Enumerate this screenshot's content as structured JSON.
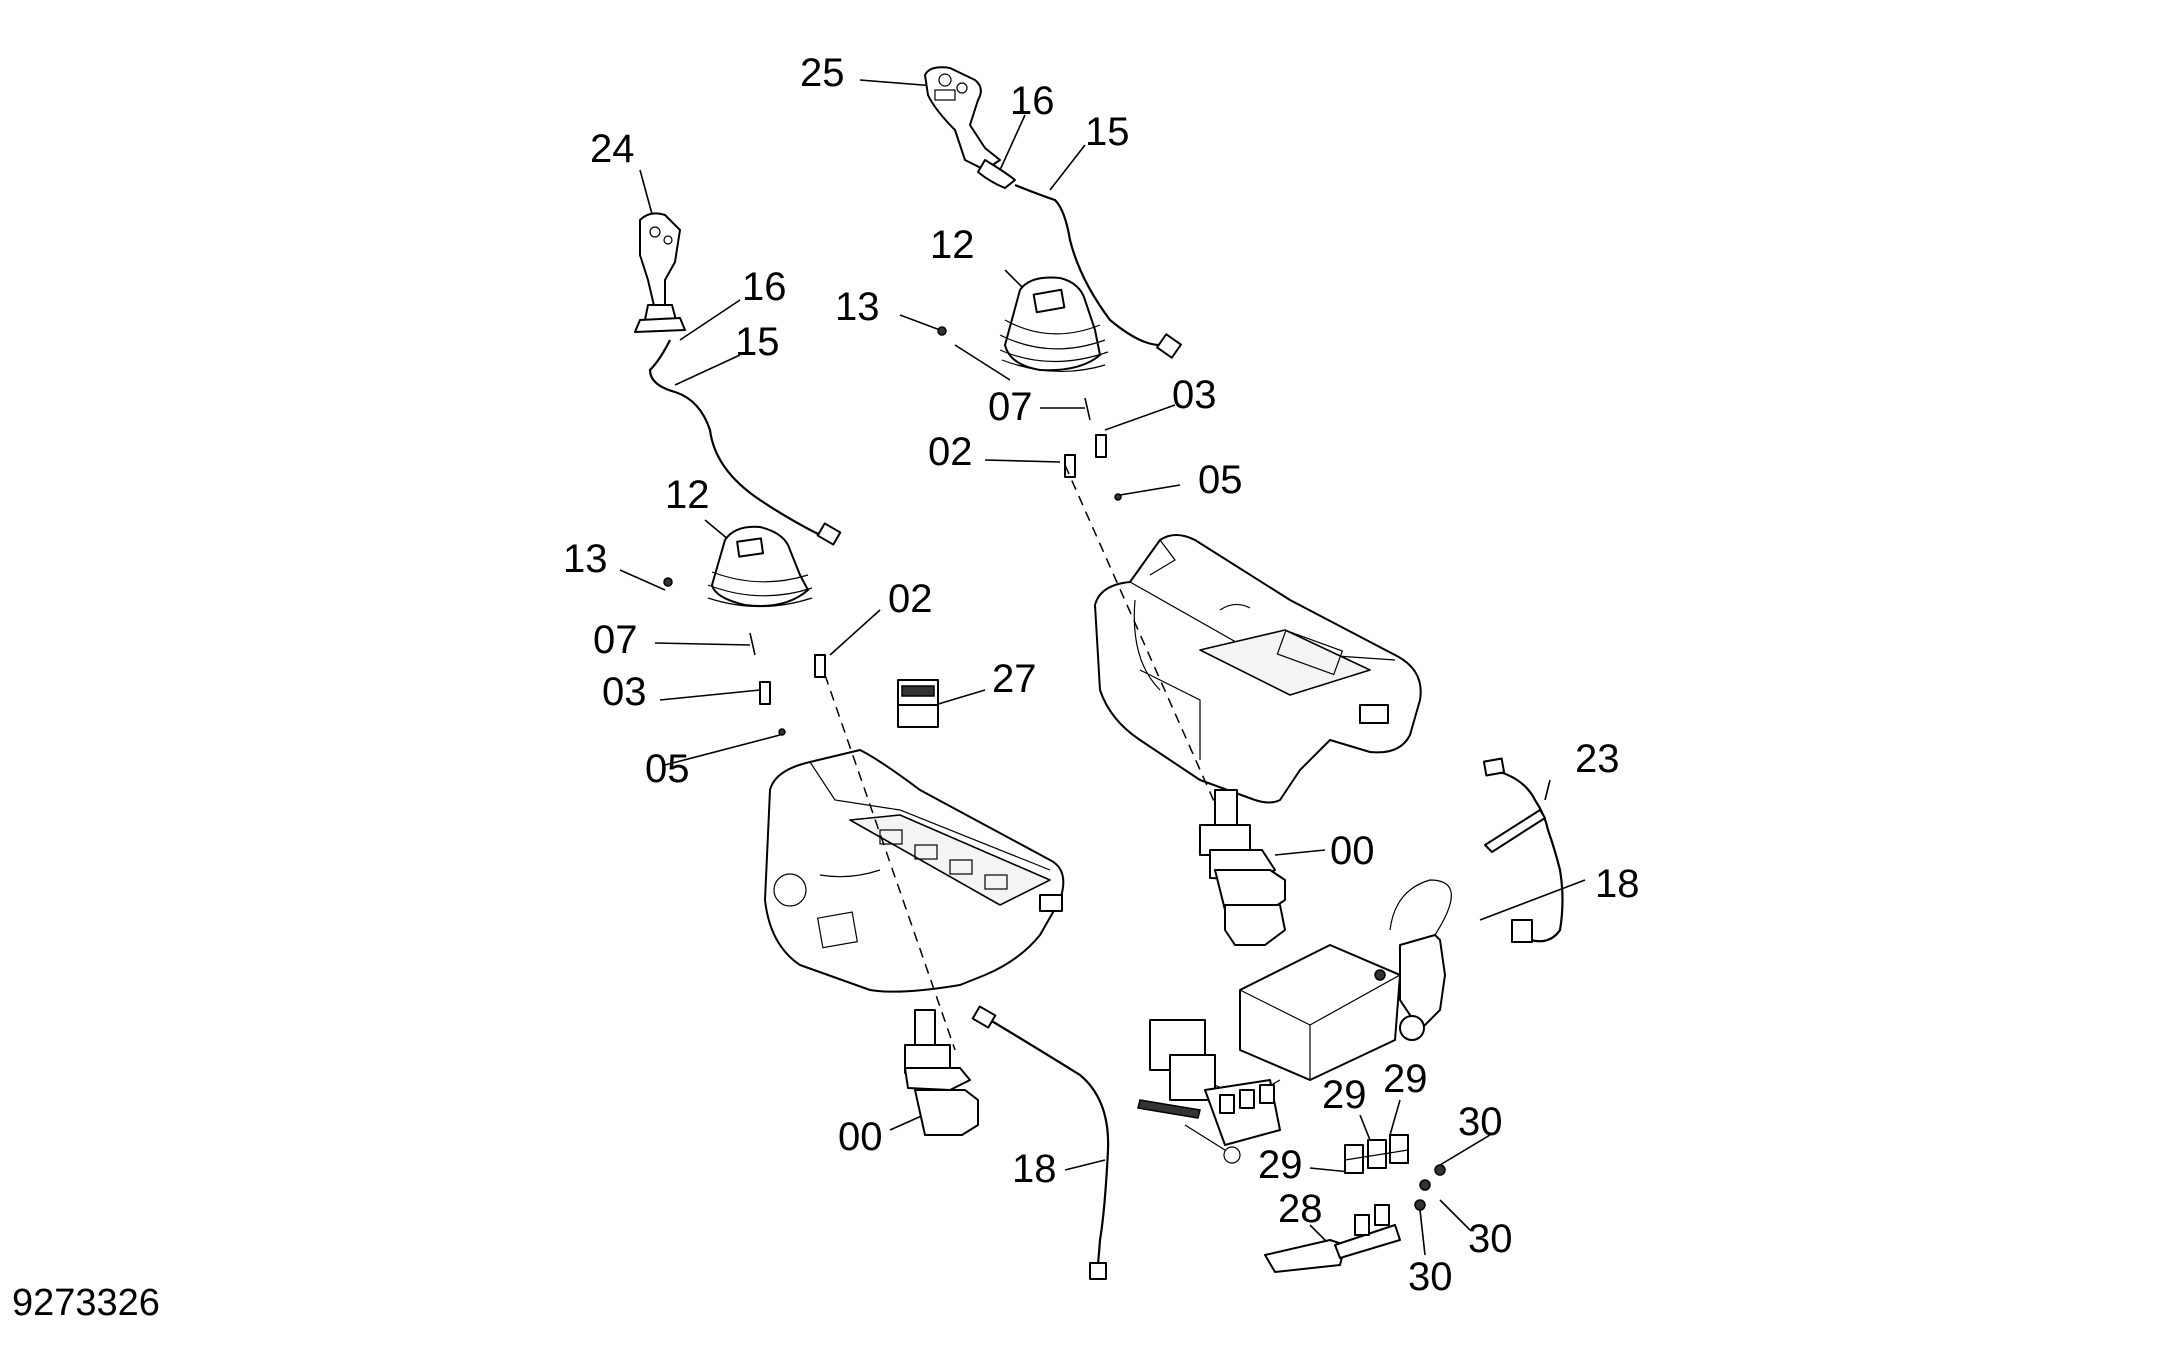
{
  "document_number": "9273326",
  "callouts": {
    "c25": "25",
    "c16a": "16",
    "c15a": "15",
    "c24": "24",
    "c16b": "16",
    "c15b": "15",
    "c12a": "12",
    "c13a": "13",
    "c07a": "07",
    "c03a": "03",
    "c02a": "02",
    "c05a": "05",
    "c12b": "12",
    "c13b": "13",
    "c07b": "07",
    "c03b": "03",
    "c05b": "05",
    "c02b": "02",
    "c27": "27",
    "c00a": "00",
    "c23": "23",
    "c18a": "18",
    "c00b": "00",
    "c18b": "18",
    "c29a": "29",
    "c29b": "29",
    "c30a": "30",
    "c29c": "29",
    "c28": "28",
    "c30b": "30",
    "c30c": "30"
  }
}
